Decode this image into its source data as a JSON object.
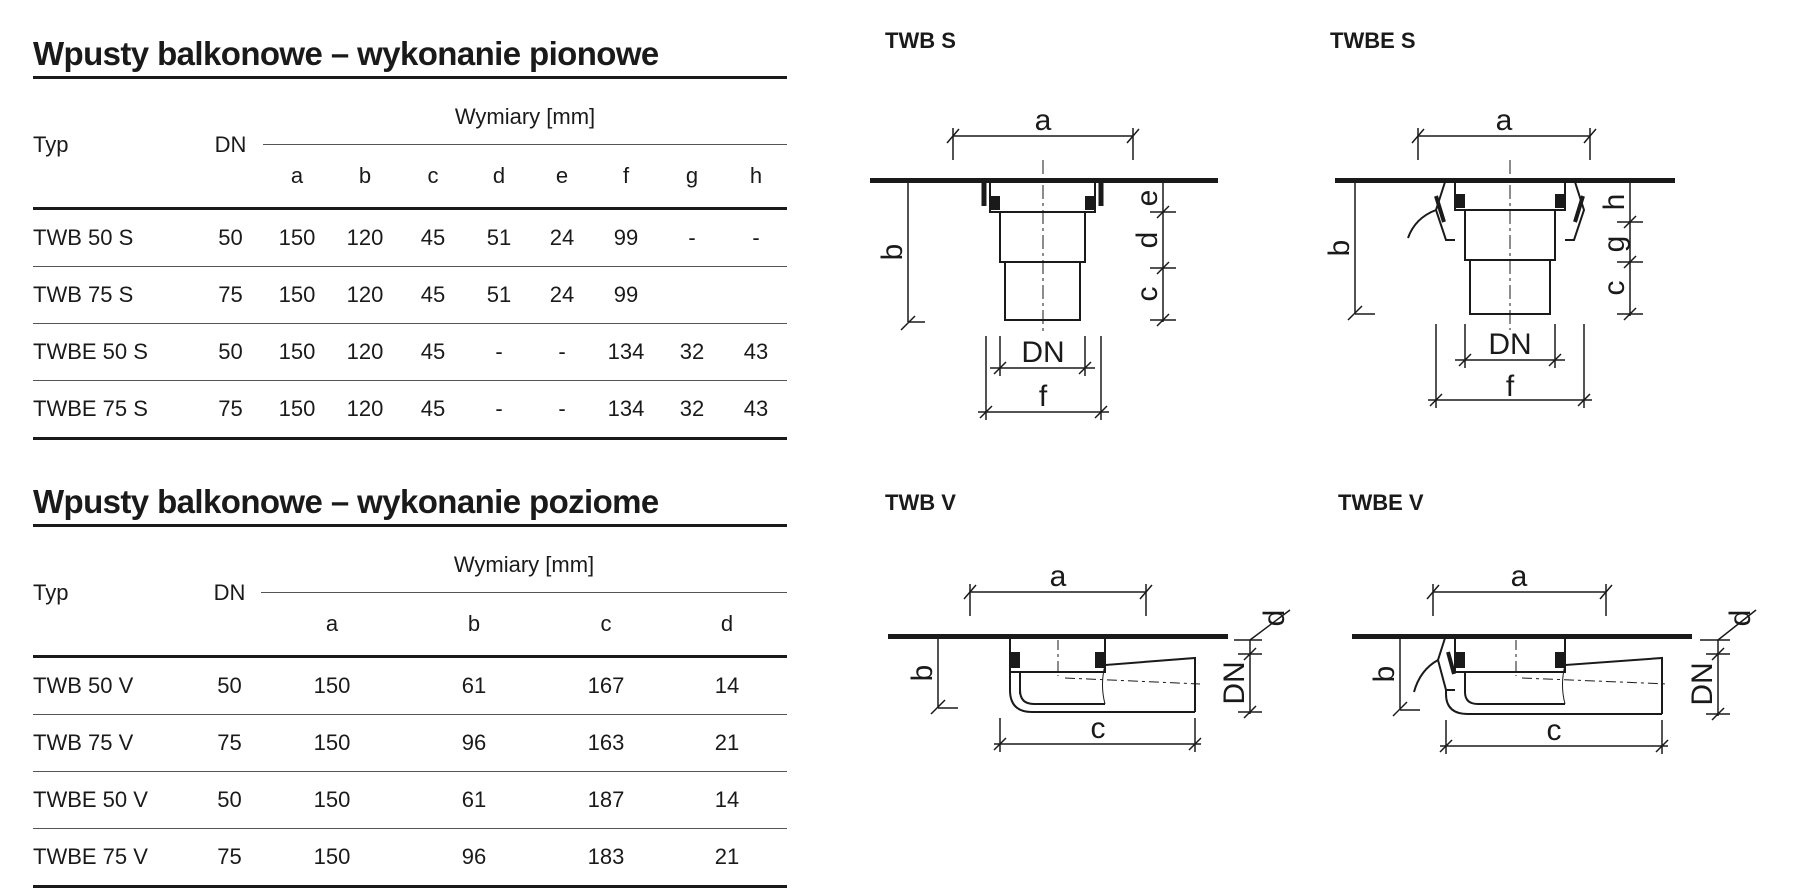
{
  "vertical": {
    "title": "Wpusty balkonowe – wykonanie pionowe",
    "col_typ": "Typ",
    "col_dn": "DN",
    "group": "Wymiary [mm]",
    "dims": [
      "a",
      "b",
      "c",
      "d",
      "e",
      "f",
      "g",
      "h"
    ],
    "rows": [
      {
        "typ": "TWB 50 S",
        "dn": "50",
        "a": "150",
        "b": "120",
        "c": "45",
        "d": "51",
        "e": "24",
        "f": "99",
        "g": "-",
        "h": "-"
      },
      {
        "typ": "TWB 75 S",
        "dn": "75",
        "a": "150",
        "b": "120",
        "c": "45",
        "d": "51",
        "e": "24",
        "f": "99",
        "g": "",
        "h": ""
      },
      {
        "typ": "TWBE 50 S",
        "dn": "50",
        "a": "150",
        "b": "120",
        "c": "45",
        "d": "-",
        "e": "-",
        "f": "134",
        "g": "32",
        "h": "43"
      },
      {
        "typ": "TWBE 75 S",
        "dn": "75",
        "a": "150",
        "b": "120",
        "c": "45",
        "d": "-",
        "e": "-",
        "f": "134",
        "g": "32",
        "h": "43"
      }
    ]
  },
  "horizontal": {
    "title": "Wpusty balkonowe – wykonanie poziome",
    "col_typ": "Typ",
    "col_dn": "DN",
    "group": "Wymiary [mm]",
    "dims": [
      "a",
      "b",
      "c",
      "d"
    ],
    "rows": [
      {
        "typ": "TWB 50 V",
        "dn": "50",
        "a": "150",
        "b": "61",
        "c": "167",
        "d": "14"
      },
      {
        "typ": "TWB 75 V",
        "dn": "75",
        "a": "150",
        "b": "96",
        "c": "163",
        "d": "21"
      },
      {
        "typ": "TWBE 50 V",
        "dn": "50",
        "a": "150",
        "b": "61",
        "c": "187",
        "d": "14"
      },
      {
        "typ": "TWBE 75 V",
        "dn": "75",
        "a": "150",
        "b": "96",
        "c": "183",
        "d": "21"
      }
    ]
  },
  "diagrams": {
    "twb_s": {
      "label": "TWB S",
      "a": "a",
      "b": "b",
      "c": "c",
      "d": "d",
      "e": "e",
      "dn": "DN",
      "f": "f"
    },
    "twbe_s": {
      "label": "TWBE S",
      "a": "a",
      "b": "b",
      "c": "c",
      "g": "g",
      "h": "h",
      "dn": "DN",
      "f": "f"
    },
    "twb_v": {
      "label": "TWB V",
      "a": "a",
      "b": "b",
      "c": "c",
      "d": "d",
      "dn": "DN"
    },
    "twbe_v": {
      "label": "TWBE V",
      "a": "a",
      "b": "b",
      "c": "c",
      "d": "d",
      "dn": "DN"
    }
  }
}
